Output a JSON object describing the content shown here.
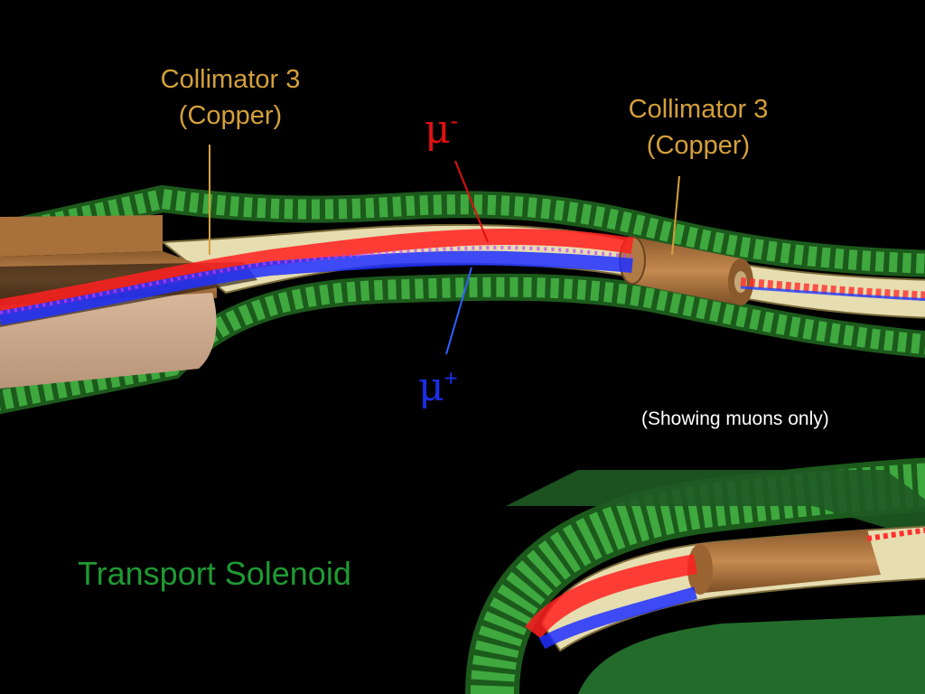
{
  "labels": {
    "collimator_left_line1": "Collimator 3",
    "collimator_left_line2": "(Copper)",
    "collimator_right_line1": "Collimator 3",
    "collimator_right_line2": "(Copper)",
    "mu_minus_symbol": "μ",
    "mu_minus_charge": "-",
    "mu_plus_symbol": "μ",
    "mu_plus_charge": "+",
    "note": "(Showing muons only)",
    "title": "Transport Solenoid"
  },
  "colors": {
    "background": "#000000",
    "solenoid_coil": "#2e8a2e",
    "copper": "#a8703a",
    "vacuum_pipe": "#e8e0b0",
    "mu_minus_tracks": "#ff2020",
    "mu_plus_tracks": "#2030ff",
    "collimator_label": "#d4a03a",
    "title_text": "#1f9a33"
  }
}
